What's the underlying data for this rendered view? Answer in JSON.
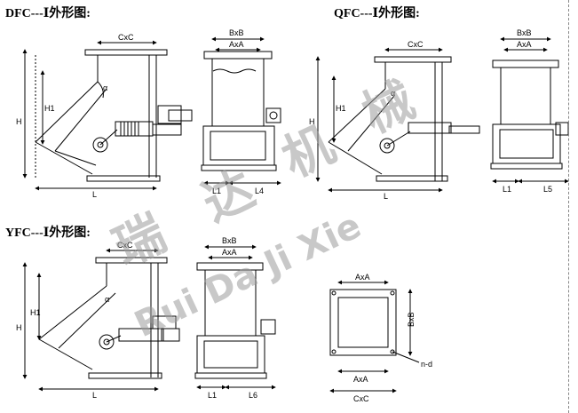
{
  "titles": {
    "dfc": "DFC---Ⅰ外形图:",
    "qfc": "QFC---Ⅰ外形图:",
    "yfc": "YFC---Ⅰ外形图:"
  },
  "watermark": {
    "chars": [
      "瑞",
      "达",
      "机",
      "械"
    ],
    "latin": "Rui Da Ji Xie",
    "color": "#9a9a9a"
  },
  "labels": {
    "cxc": "CxC",
    "bxb": "BxB",
    "axa": "AxA",
    "h": "H",
    "h1": "H1",
    "alpha": "α",
    "l": "L",
    "l1": "L1",
    "l4": "L4",
    "l5": "L5",
    "l6": "L6",
    "nd": "n-d"
  },
  "colors": {
    "line": "#000000",
    "hatch": "#333333"
  }
}
